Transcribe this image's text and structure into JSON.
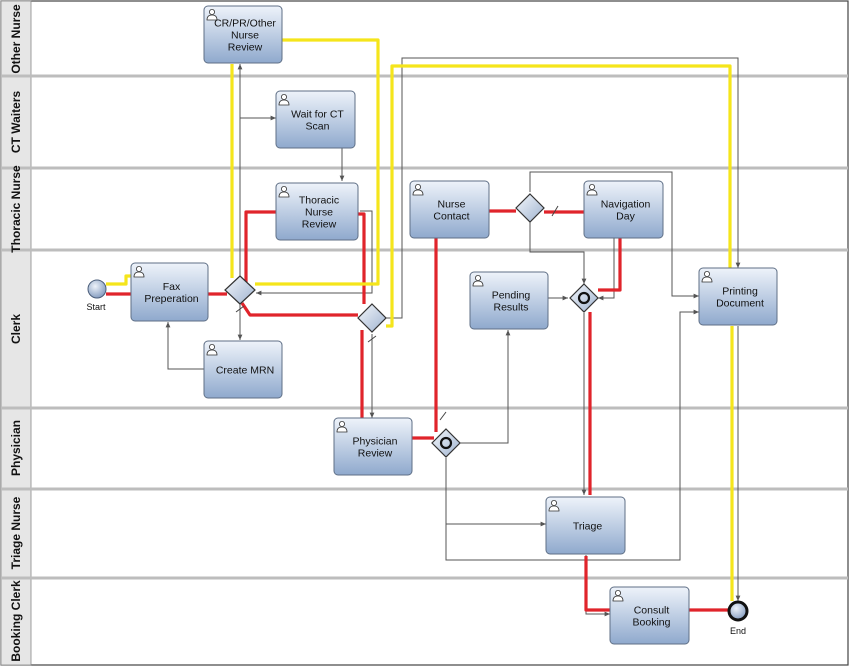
{
  "lanes": [
    {
      "id": "other-nurse",
      "label": "Other  Nurse"
    },
    {
      "id": "ct-waiters",
      "label": "CT Waiters"
    },
    {
      "id": "thoracic-nurse",
      "label": "Thoracic Nurse"
    },
    {
      "id": "clerk",
      "label": "Clerk"
    },
    {
      "id": "physician",
      "label": "Physician"
    },
    {
      "id": "triage-nurse",
      "label": "Triage Nurse"
    },
    {
      "id": "booking-clerk",
      "label": "Booking Clerk"
    }
  ],
  "tasks": [
    {
      "id": "fax",
      "lines": [
        "Fax",
        "Preperation"
      ]
    },
    {
      "id": "crpr",
      "lines": [
        "CR/PR/Other",
        "Nurse",
        "Review"
      ]
    },
    {
      "id": "waitct",
      "lines": [
        "Wait for CT",
        "Scan"
      ]
    },
    {
      "id": "thoracic",
      "lines": [
        "Thoracic",
        "Nurse",
        "Review"
      ]
    },
    {
      "id": "mrn",
      "lines": [
        "Create MRN"
      ]
    },
    {
      "id": "nursecontact",
      "lines": [
        "Nurse",
        "Contact"
      ]
    },
    {
      "id": "navday",
      "lines": [
        "Navigation",
        "Day"
      ]
    },
    {
      "id": "pending",
      "lines": [
        "Pending",
        "Results"
      ]
    },
    {
      "id": "printing",
      "lines": [
        "Printing",
        "Document"
      ]
    },
    {
      "id": "physreview",
      "lines": [
        "Physician",
        "Review"
      ]
    },
    {
      "id": "triage",
      "lines": [
        "Triage"
      ]
    },
    {
      "id": "consult",
      "lines": [
        "Consult",
        "Booking"
      ]
    }
  ],
  "events": {
    "start": "Start",
    "end": "End"
  },
  "colors": {
    "red_path": "#e0242b",
    "yellow_path": "#f5e51b",
    "flow": "#555555",
    "task_top": "#eef3fa",
    "task_bottom": "#8fa9cd",
    "task_border": "#5f6f86",
    "lane_header": "#e6e6e6"
  }
}
